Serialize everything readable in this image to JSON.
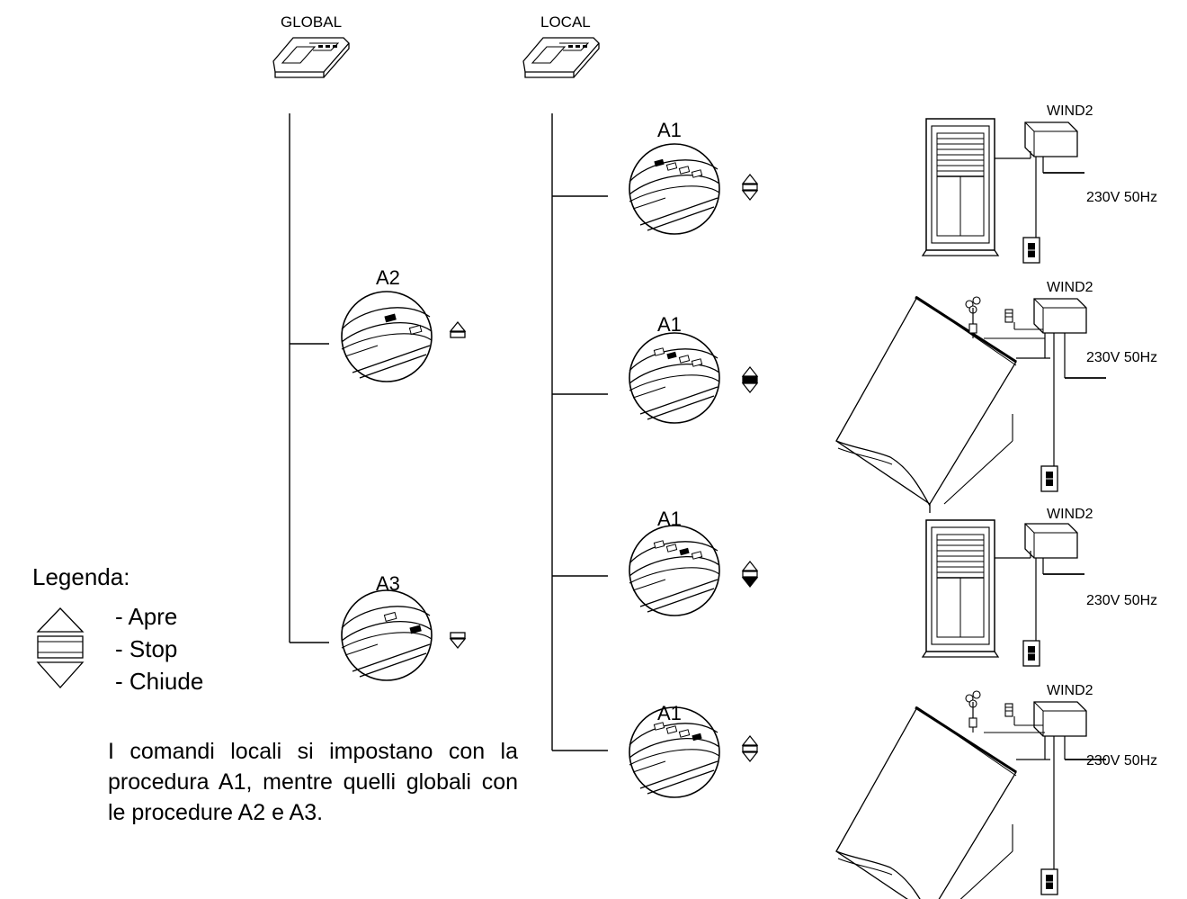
{
  "header": {
    "global_label": "GLOBAL",
    "local_label": "LOCAL"
  },
  "global_commands": [
    {
      "procedure": "A2",
      "action_icon": "open-icon"
    },
    {
      "procedure": "A3",
      "action_icon": "close-icon"
    }
  ],
  "local_commands": [
    {
      "procedure": "A1",
      "action_icon": "open-stop-close-icon",
      "device": "roller-shutter",
      "controller": "WIND2",
      "power": "230V 50Hz"
    },
    {
      "procedure": "A1",
      "action_icon": "open-stop-close-icon",
      "device": "awning",
      "controller": "WIND2",
      "power": "230V 50Hz"
    },
    {
      "procedure": "A1",
      "action_icon": "open-stop-close-icon",
      "device": "roller-shutter",
      "controller": "WIND2",
      "power": "230V 50Hz"
    },
    {
      "procedure": "A1",
      "action_icon": "open-stop-close-icon",
      "device": "awning",
      "controller": "WIND2",
      "power": "230V 50Hz"
    }
  ],
  "legend": {
    "title": "Legenda:",
    "items": [
      {
        "icon": "triangle-up-icon",
        "label": "- Apre"
      },
      {
        "icon": "rectangle-icon",
        "label": "- Stop"
      },
      {
        "icon": "triangle-down-icon",
        "label": "- Chiude"
      }
    ]
  },
  "note": "I comandi locali si impostano con la procedura A1, mentre quelli globali con  le procedure A2 e A3."
}
